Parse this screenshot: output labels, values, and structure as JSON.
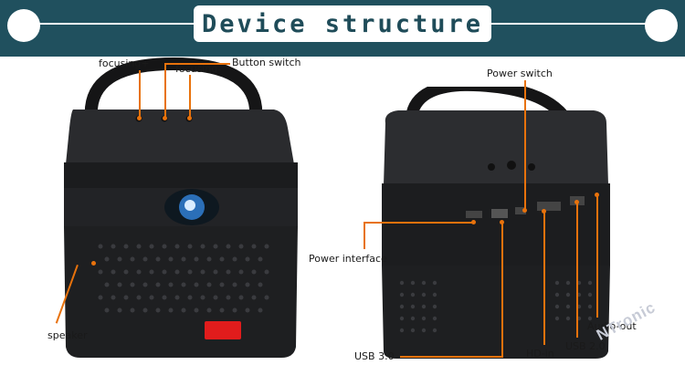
{
  "header": {
    "title": "Device structure"
  },
  "left_device": {
    "labels": {
      "focusing_plus": "focusing+",
      "focusing_minus": "focusing-",
      "button_switch": "Button switch",
      "speaker": "speaker"
    }
  },
  "right_device": {
    "labels": {
      "power_switch": "Power switch",
      "power_interface": "Power interface",
      "usb3": "USB 3.0",
      "hd_in": "HD-in",
      "usb2": "USB 2.0",
      "audio_out": "Audio-out"
    }
  },
  "watermark": {
    "text": "NTronic"
  },
  "colors": {
    "banner": "#20505e",
    "leader": "#e8720c",
    "device": "#1e1f21"
  }
}
